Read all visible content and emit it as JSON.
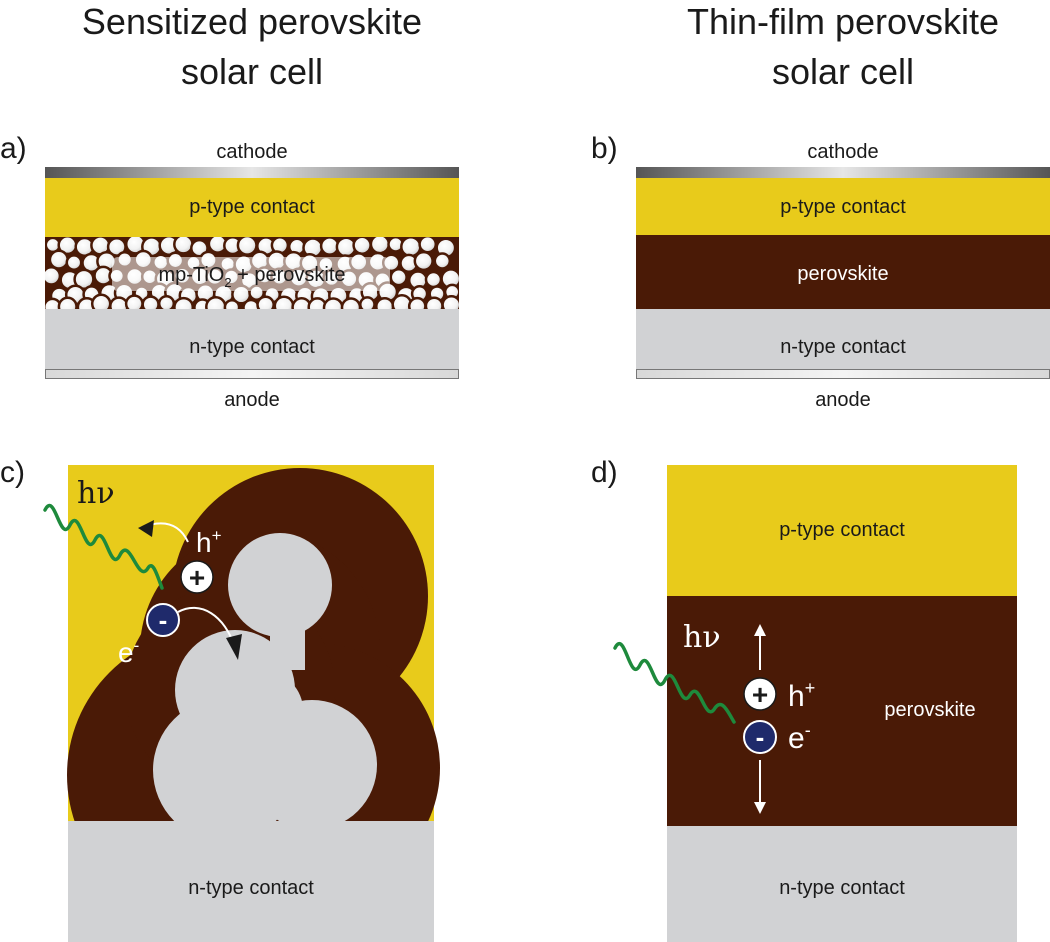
{
  "titles": {
    "left_line1": "Sensitized perovskite",
    "left_line2": "solar cell",
    "right_line1": "Thin-film perovskite",
    "right_line2": "solar cell"
  },
  "panels": {
    "a": {
      "label": "a)",
      "cathode": "cathode",
      "p_contact": "p-type contact",
      "meso_main": "mp-TiO",
      "meso_sub": "2",
      "meso_rest": " + perovskite",
      "n_contact": "n-type contact",
      "anode": "anode"
    },
    "b": {
      "label": "b)",
      "cathode": "cathode",
      "p_contact": "p-type contact",
      "perovskite": "perovskite",
      "n_contact": "n-type contact",
      "anode": "anode"
    },
    "c": {
      "label": "c)",
      "photon": "hν",
      "hole": "h",
      "hole_sup": "+",
      "electron": "e",
      "electron_sup": "-",
      "plus_symbol": "+",
      "minus_symbol": "-",
      "n_contact": "n-type contact"
    },
    "d": {
      "label": "d)",
      "p_contact": "p-type contact",
      "photon": "hν",
      "hole": "h",
      "hole_sup": "+",
      "electron": "e",
      "electron_sup": "-",
      "plus_symbol": "+",
      "minus_symbol": "-",
      "perovskite": "perovskite",
      "n_contact": "n-type contact"
    }
  },
  "colors": {
    "gold": "#E8CB1B",
    "perovskite": "#4A1A06",
    "gray": "#D1D2D4",
    "green": "#1E8A3C",
    "navy": "#1F2A6B"
  }
}
